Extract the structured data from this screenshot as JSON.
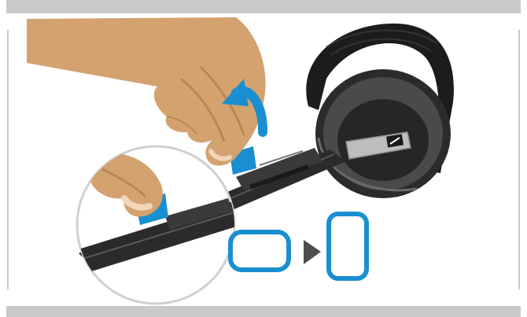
{
  "illustration": {
    "subject": "headset-battery-cover-release",
    "colors": {
      "frame_bar": "#c8c9cb",
      "skin": "#d4a26f",
      "skin_shadow": "#b98756",
      "headset_dark": "#2b2b2b",
      "headset_mid": "#4a4a4a",
      "headband": "#1c1c1c",
      "accent_blue": "#1a8fd0",
      "arrow_gray": "#4d4d4d",
      "zoom_circle": "#d0d0d0"
    },
    "icons": {
      "rotate_arrow": "curved-arrow-icon",
      "landscape_shape": "rounded-rectangle-horizontal",
      "portrait_shape": "rounded-rectangle-vertical",
      "transition": "triangle-right-icon"
    }
  }
}
